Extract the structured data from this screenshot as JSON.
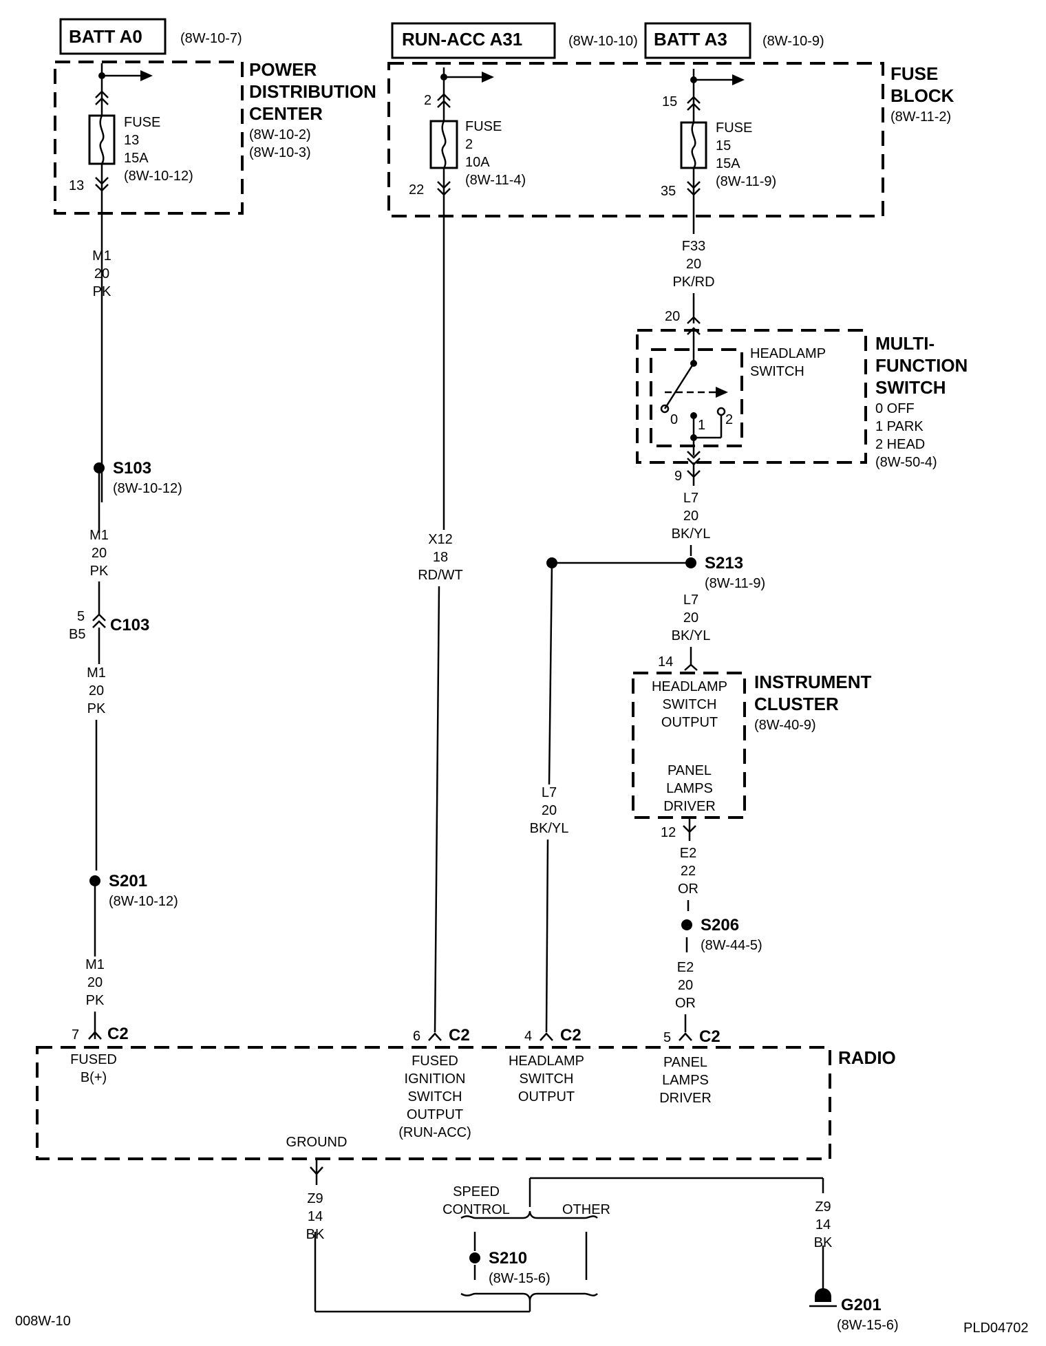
{
  "sources": {
    "batt_a0": {
      "label": "BATT A0",
      "ref": "(8W-10-7)"
    },
    "run_acc_a31": {
      "label": "RUN-ACC A31",
      "ref": "(8W-10-10)"
    },
    "batt_a3": {
      "label": "BATT A3",
      "ref": "(8W-10-9)"
    }
  },
  "pdc": {
    "title_lines": [
      "POWER",
      "DISTRIBUTION",
      "CENTER"
    ],
    "refs": [
      "(8W-10-2)",
      "(8W-10-3)"
    ],
    "fuse_lines": [
      "FUSE",
      "13",
      "15A",
      "(8W-10-12)"
    ],
    "pin_out": "13"
  },
  "fuse_block": {
    "title_lines": [
      "FUSE",
      "BLOCK"
    ],
    "ref": "(8W-11-2)",
    "fuse2": {
      "pin_in": "2",
      "pin_out": "22",
      "lines": [
        "FUSE",
        "2",
        "10A",
        "(8W-11-4)"
      ]
    },
    "fuse15": {
      "pin_in": "15",
      "pin_out": "35",
      "lines": [
        "FUSE",
        "15",
        "15A",
        "(8W-11-9)"
      ]
    }
  },
  "wires": {
    "m1_a": [
      "M1",
      "20",
      "PK"
    ],
    "m1_b": [
      "M1",
      "20",
      "PK"
    ],
    "m1_c": [
      "M1",
      "20",
      "PK"
    ],
    "m1_d": [
      "M1",
      "20",
      "PK"
    ],
    "x12": [
      "X12",
      "18",
      "RD/WT"
    ],
    "f33": [
      "F33",
      "20",
      "PK/RD"
    ],
    "l7_a": [
      "L7",
      "20",
      "BK/YL"
    ],
    "l7_b": [
      "L7",
      "20",
      "BK/YL"
    ],
    "l7_c": [
      "L7",
      "20",
      "BK/YL"
    ],
    "e2_a": [
      "E2",
      "22",
      "OR"
    ],
    "e2_b": [
      "E2",
      "20",
      "OR"
    ],
    "z9_a": [
      "Z9",
      "14",
      "BK"
    ],
    "z9_b": [
      "Z9",
      "14",
      "BK"
    ]
  },
  "splices": {
    "s103": {
      "name": "S103",
      "ref": "(8W-10-12)"
    },
    "s201": {
      "name": "S201",
      "ref": "(8W-10-12)"
    },
    "s213": {
      "name": "S213",
      "ref": "(8W-11-9)"
    },
    "s206": {
      "name": "S206",
      "ref": "(8W-44-5)"
    },
    "s210": {
      "name": "S210",
      "ref": "(8W-15-6)"
    }
  },
  "c103": {
    "name": "C103",
    "pin_top": "5",
    "pin_bottom": "B5"
  },
  "multifunction_switch": {
    "title_lines": [
      "MULTI-",
      "FUNCTION",
      "SWITCH"
    ],
    "positions": [
      "0 OFF",
      "1 PARK",
      "2 HEAD"
    ],
    "ref": "(8W-50-4)",
    "inner_label_lines": [
      "HEADLAMP",
      "SWITCH"
    ],
    "pin_in": "20",
    "pin_out": "9",
    "contact_labels": [
      "0",
      "1",
      "2"
    ]
  },
  "instrument_cluster": {
    "title_lines": [
      "INSTRUMENT",
      "CLUSTER"
    ],
    "ref": "(8W-40-9)",
    "output_lines": [
      "HEADLAMP",
      "SWITCH",
      "OUTPUT"
    ],
    "driver_lines": [
      "PANEL",
      "LAMPS",
      "DRIVER"
    ],
    "pin_in": "14",
    "pin_out": "12"
  },
  "radio": {
    "title": "RADIO",
    "connector": "C2",
    "pins": [
      {
        "pin": "7",
        "lines": [
          "FUSED",
          "B(+)"
        ]
      },
      {
        "pin": "6",
        "lines": [
          "FUSED",
          "IGNITION",
          "SWITCH",
          "OUTPUT",
          "(RUN-ACC)"
        ]
      },
      {
        "pin": "4",
        "lines": [
          "HEADLAMP",
          "SWITCH",
          "OUTPUT"
        ]
      },
      {
        "pin": "5",
        "lines": [
          "PANEL",
          "LAMPS",
          "DRIVER"
        ]
      }
    ],
    "ground_label": "GROUND"
  },
  "ground_options": {
    "speed_control_lines": [
      "SPEED",
      "CONTROL"
    ],
    "other": "OTHER"
  },
  "g201": {
    "name": "G201",
    "ref": "(8W-15-6)"
  },
  "footer": {
    "left": "008W-10",
    "right": "PLD04702"
  }
}
